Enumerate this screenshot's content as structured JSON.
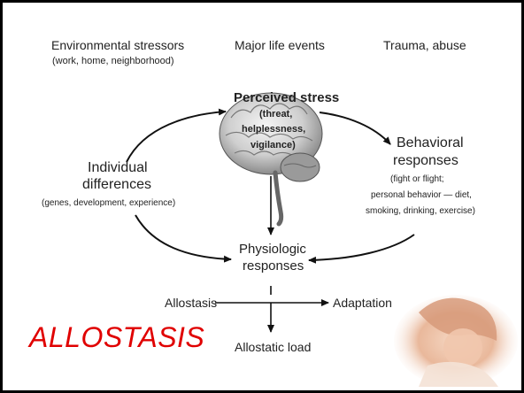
{
  "top_labels": {
    "environmental": "Environmental stressors",
    "environmental_sub": "(work, home, neighborhood)",
    "life_events": "Major life events",
    "trauma": "Trauma, abuse"
  },
  "perceived": {
    "title": "Perceived stress",
    "line1": "(threat,",
    "line2": "helplessness,",
    "line3": "vigilance)"
  },
  "individual": {
    "line1": "Individual",
    "line2": "differences",
    "sub": "(genes, development, experience)"
  },
  "behavioral": {
    "line1": "Behavioral",
    "line2": "responses",
    "sub1": "(fight or flight;",
    "sub2": "personal behavior — diet,",
    "sub3": "smoking, drinking, exercise)"
  },
  "physiologic": {
    "line1": "Physiologic",
    "line2": "responses"
  },
  "allostasis_label": "Allostasis",
  "adaptation_label": "Adaptation",
  "allostatic_load_label": "Allostatic load",
  "slide_title": "ALLOSTASIS",
  "colors": {
    "title_red": "#e00000",
    "frame": "#000000"
  }
}
